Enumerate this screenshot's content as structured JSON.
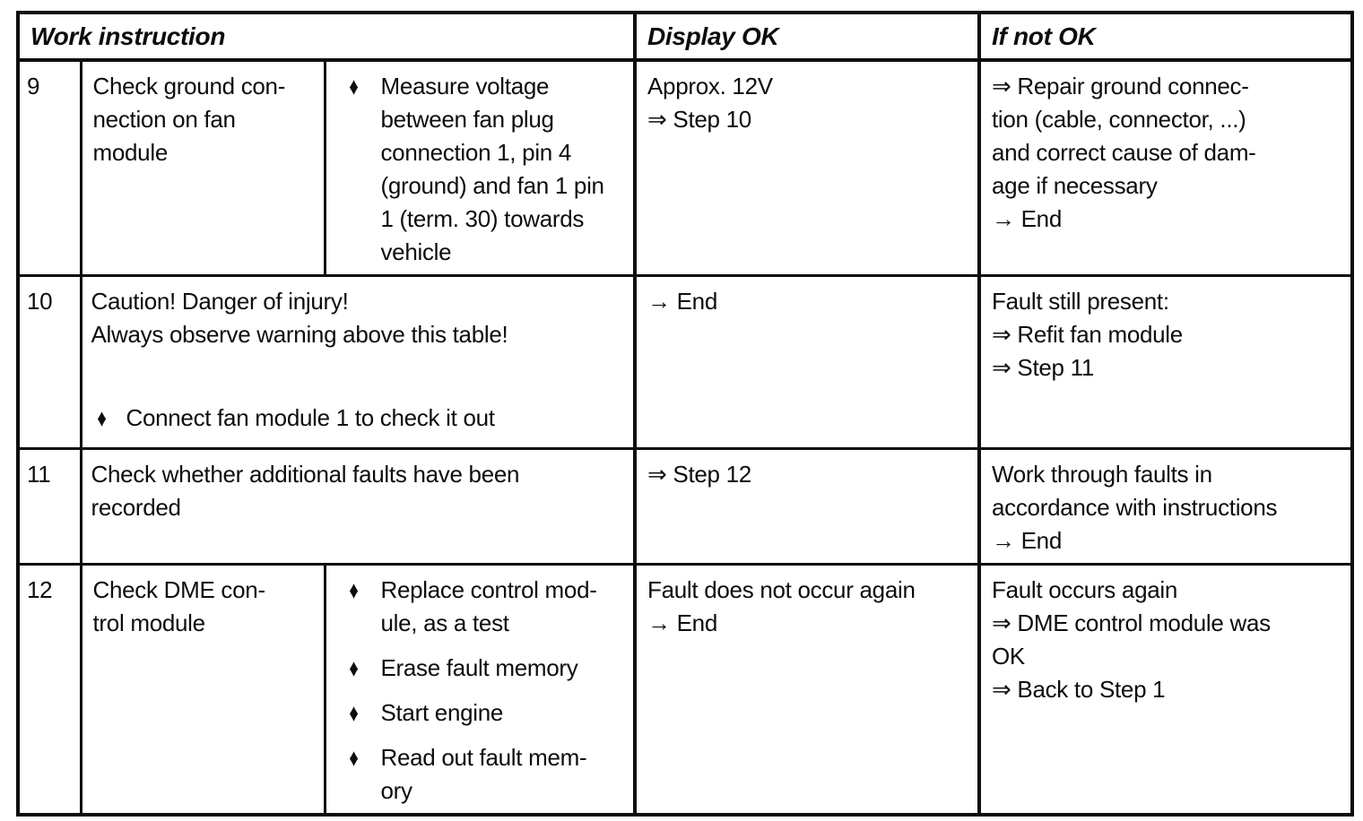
{
  "page": {
    "background": "#ffffff",
    "border_color": "#0d0d0d",
    "text_color": "#0d0d0d"
  },
  "table": {
    "bullet_icon": "♦",
    "headers": {
      "work_instruction": "Work instruction",
      "display_ok": "Display OK",
      "if_not_ok": "If not OK"
    },
    "rows": [
      {
        "step": "9",
        "title": "Check ground con-\nnection on fan\nmodule",
        "actions": [
          "Measure voltage\nbetween fan plug\nconnection 1, pin 4\n(ground) and fan 1 pin\n1 (term. 30) towards\nvehicle"
        ],
        "display_ok": "Approx. 12V\n⇒ Step 10",
        "if_not_ok": "⇒ Repair ground connec-\ntion (cable, connector, ...)\nand correct cause of dam-\nage if necessary\n→ End"
      },
      {
        "step": "10",
        "merged_text": "Caution! Danger of injury!\nAlways observe warning above this table!",
        "actions": [
          "Connect fan module 1 to check it out"
        ],
        "display_ok": "→ End",
        "if_not_ok": "Fault still present:\n⇒ Refit fan module\n⇒ Step 11"
      },
      {
        "step": "11",
        "merged_text": "Check whether additional faults have been\nrecorded",
        "actions": [],
        "display_ok": "⇒ Step 12",
        "if_not_ok": "Work through faults in\naccordance with instructions\n→ End"
      },
      {
        "step": "12",
        "title": "Check DME con-\ntrol module",
        "actions": [
          "Replace control mod-\nule, as a test",
          "Erase fault memory",
          "Start engine",
          "Read out fault mem-\nory"
        ],
        "display_ok": "Fault does not occur again\n→ End",
        "if_not_ok": "Fault occurs again\n⇒ DME control module was\nOK\n⇒ Back to Step 1"
      }
    ]
  }
}
